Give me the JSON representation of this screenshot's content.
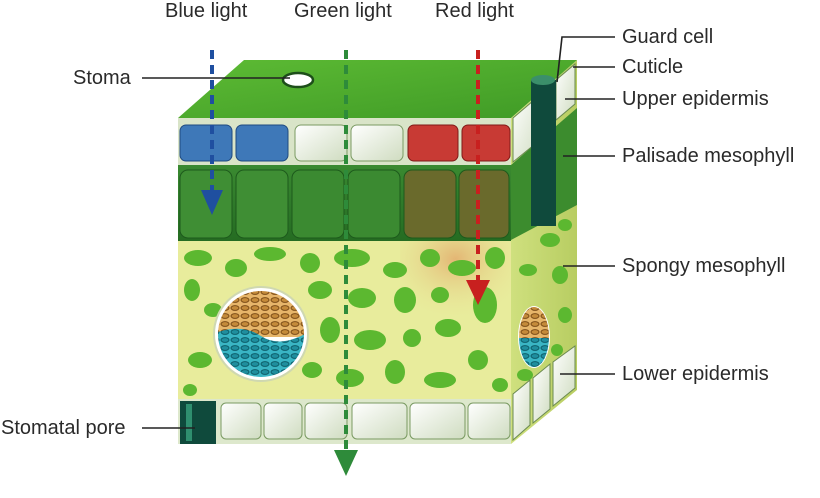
{
  "light_labels": {
    "blue": "Blue light",
    "green": "Green light",
    "red": "Red light"
  },
  "callouts": {
    "guard_cell": "Guard cell",
    "cuticle": "Cuticle",
    "upper_epidermis": "Upper epidermis",
    "palisade_mesophyll": "Palisade mesophyll",
    "spongy_mesophyll": "Spongy mesophyll",
    "lower_epidermis": "Lower epidermis",
    "stoma": "Stoma",
    "stomatal_pore": "Stomatal pore"
  },
  "colors": {
    "blue_light": "#1f4fa0",
    "green_light": "#2e8b3a",
    "red_light": "#c8201f",
    "top_surface": "#4cae2e",
    "palisade": "#2f7d2a",
    "spongy_bg": "#e8ec9c",
    "spongy_blob": "#5cb830",
    "epidermis_cell": "#eef3e6",
    "guard_cell": "#0f4a3c"
  }
}
